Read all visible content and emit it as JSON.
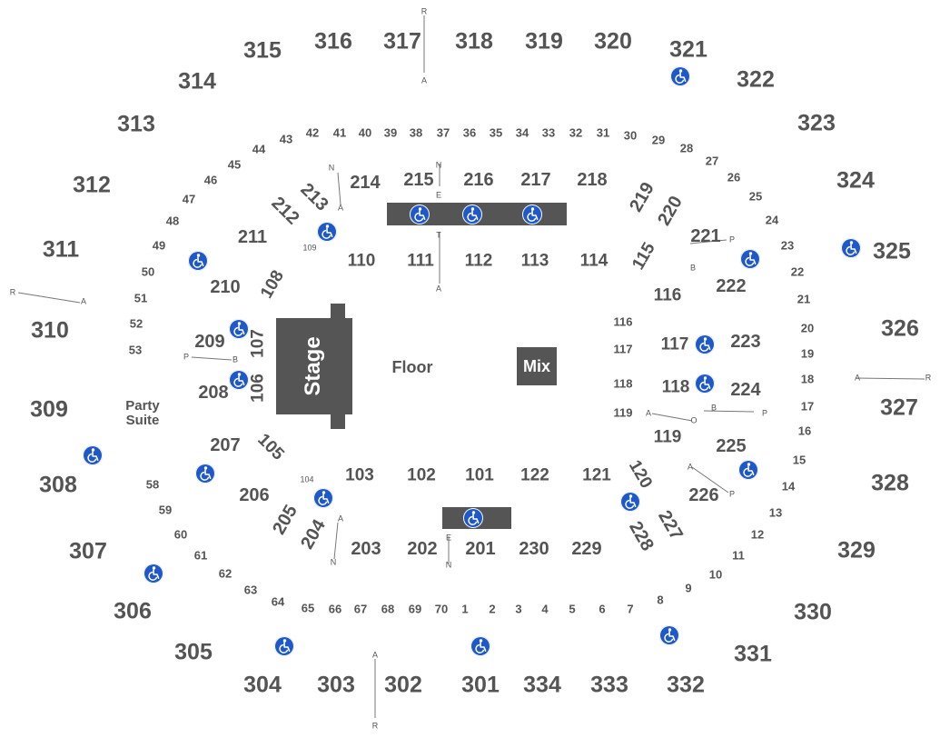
{
  "map": {
    "stage_label": "Stage",
    "floor_label": "Floor",
    "mix_label": "Mix",
    "party_suite_label": "Party\nSuite",
    "colors": {
      "text": "#545454",
      "block": "#555555",
      "accessible": "#1f58c8",
      "line": "#777777"
    },
    "accessible_icon": "wheelchair-icon",
    "sections_300": [
      "301",
      "302",
      "303",
      "304",
      "305",
      "306",
      "307",
      "308",
      "309",
      "310",
      "311",
      "312",
      "313",
      "314",
      "315",
      "316",
      "317",
      "318",
      "319",
      "320",
      "321",
      "322",
      "323",
      "324",
      "325",
      "326",
      "327",
      "328",
      "329",
      "330",
      "331",
      "332",
      "333",
      "334"
    ],
    "sections_200": [
      "201",
      "202",
      "203",
      "204",
      "205",
      "206",
      "207",
      "208",
      "209",
      "210",
      "211",
      "212",
      "213",
      "214",
      "215",
      "216",
      "217",
      "218",
      "219",
      "220",
      "221",
      "222",
      "223",
      "224",
      "225",
      "226",
      "227",
      "228",
      "229",
      "230"
    ],
    "sections_100": [
      "101",
      "102",
      "103",
      "105",
      "106",
      "107",
      "108",
      "110",
      "111",
      "112",
      "113",
      "114",
      "115",
      "116",
      "117",
      "118",
      "119",
      "120",
      "121",
      "122"
    ],
    "small_100_labels": [
      "104",
      "109",
      "116",
      "117",
      "118",
      "119"
    ],
    "suites": [
      "1",
      "2",
      "3",
      "4",
      "5",
      "6",
      "7",
      "8",
      "9",
      "10",
      "11",
      "12",
      "13",
      "14",
      "15",
      "16",
      "17",
      "18",
      "19",
      "20",
      "21",
      "22",
      "23",
      "24",
      "25",
      "26",
      "27",
      "28",
      "29",
      "30",
      "31",
      "32",
      "33",
      "34",
      "35",
      "36",
      "37",
      "38",
      "39",
      "40",
      "41",
      "42",
      "43",
      "44",
      "45",
      "46",
      "47",
      "48",
      "49",
      "50",
      "51",
      "52",
      "53",
      "58",
      "59",
      "60",
      "61",
      "62",
      "63",
      "64",
      "65",
      "66",
      "67",
      "68",
      "69",
      "70"
    ],
    "row_markers": [
      "R",
      "A",
      "N",
      "E",
      "T",
      "P",
      "B",
      "O"
    ]
  }
}
